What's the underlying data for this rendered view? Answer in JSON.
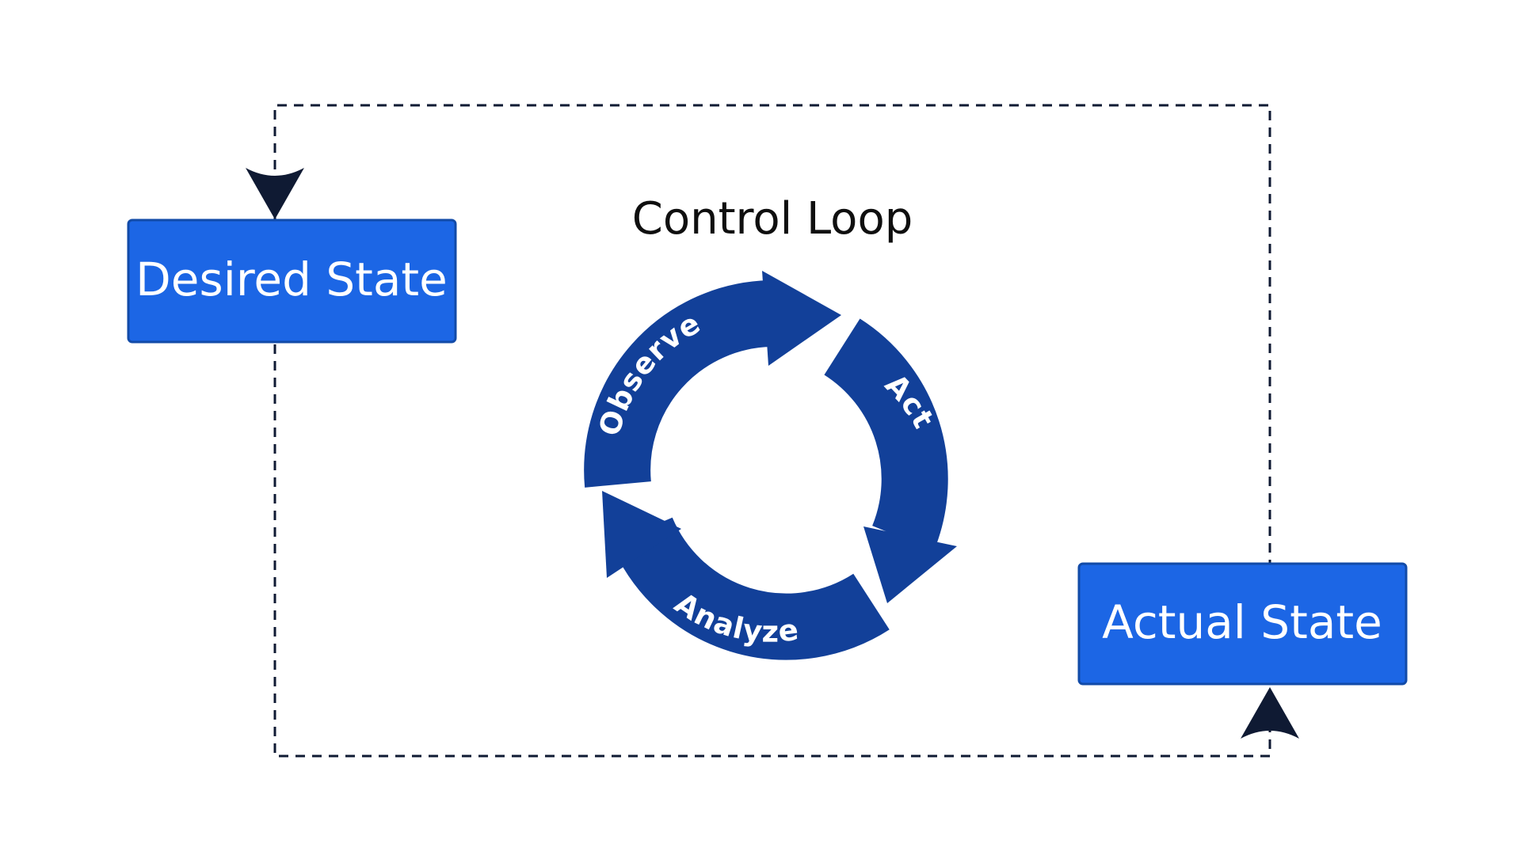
{
  "diagram": {
    "title": "Control Loop",
    "desired_state": "Desired State",
    "actual_state": "Actual State",
    "steps": [
      "Observe",
      "Act",
      "Analyze"
    ]
  },
  "colors": {
    "state_box": "#1c66e5",
    "cycle": "#124099",
    "dashed_line": "#0f1a33"
  }
}
